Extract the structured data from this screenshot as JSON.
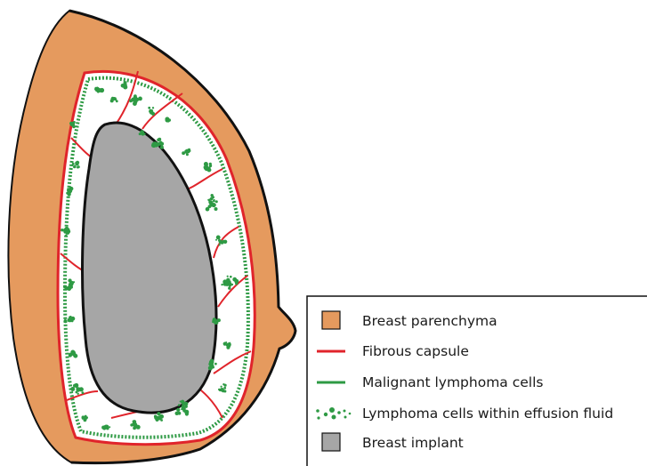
{
  "legend": {
    "items": [
      {
        "label": "Breast parenchyma",
        "symbol": "swatch",
        "color": "#E59A5E"
      },
      {
        "label": "Fibrous capsule",
        "symbol": "line",
        "color": "#E0242B"
      },
      {
        "label": "Malignant lymphoma cells",
        "symbol": "line",
        "color": "#2E9A44"
      },
      {
        "label": "Lymphoma cells within effusion fluid",
        "symbol": "dots",
        "color": "#2E9A44"
      },
      {
        "label": "Breast implant",
        "symbol": "swatch",
        "color": "#A6A6A6"
      }
    ]
  },
  "colors": {
    "parenchyma": "#E59A5E",
    "capsule": "#E0242B",
    "lymphoma": "#2E9A44",
    "implant": "#A6A6A6",
    "effusion": "#FFFFFF",
    "outline": "#111111"
  }
}
